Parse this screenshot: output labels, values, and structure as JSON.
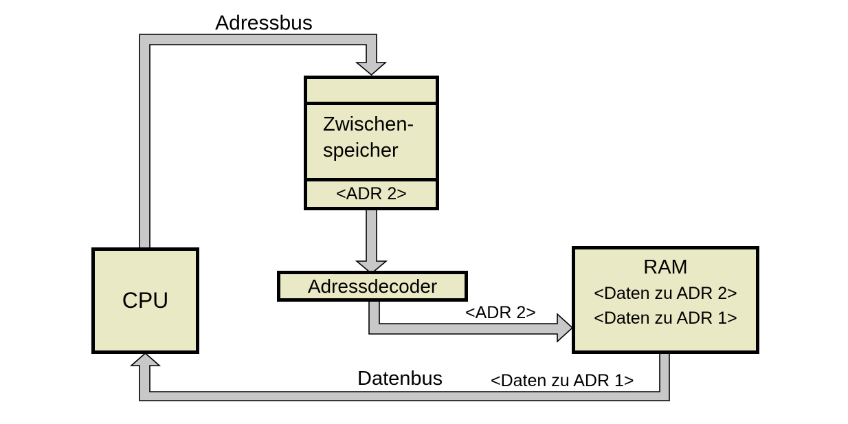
{
  "labels": {
    "adressbus": "Adressbus",
    "datenbus": "Datenbus",
    "adr2_on_bus": "<ADR 2>",
    "daten_adr1_on_bus": "<Daten zu ADR 1>"
  },
  "boxes": {
    "cpu": {
      "label": "CPU"
    },
    "zwischenspeicher": {
      "line1": "Zwischen-",
      "line2": "speicher",
      "register": "<ADR 2>"
    },
    "adressdecoder": {
      "label": "Adressdecoder"
    },
    "ram": {
      "title": "RAM",
      "rows": [
        "<Daten zu ADR 2>",
        "<Daten zu ADR 1>"
      ]
    }
  },
  "colors": {
    "page_bg": "#ffffff",
    "box_fill": "#e9e9c5",
    "bus_fill": "#c8c8c8",
    "line_color": "#000000",
    "text_color": "#000000"
  }
}
